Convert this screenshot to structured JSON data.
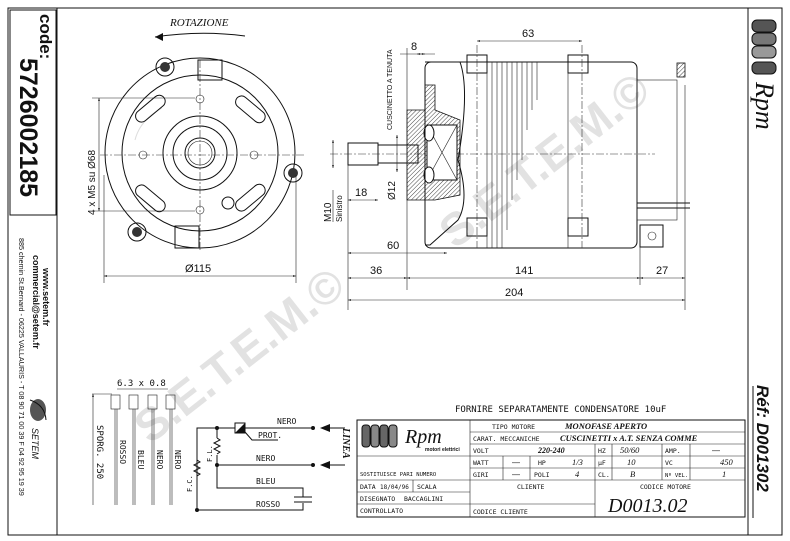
{
  "left_strip": {
    "code_label": "code:",
    "code_value": "5726002185",
    "website": "www.setem.fr",
    "email": "commercial@setem.fr",
    "address": "885 chemin St.Bernard  -  06225 VALLAURIS  -  T 08 90 71 00 39  F 04 92 95 19 39",
    "company_logo": "SETEM"
  },
  "right_strip": {
    "logo": "Rpm",
    "reference": "Réf: D001302"
  },
  "watermark": "S.E.T.E.M.©",
  "front_view": {
    "rotation_label": "ROTAZIONE",
    "holes_dim": "4 x M5 su Ø68",
    "diameter_dim": "Ø115"
  },
  "side_view": {
    "dim_63": "63",
    "dim_8": "8",
    "seal_label": "CUSCINETTO A TENUTA",
    "thread": "M10",
    "thread_dir": "Sinistro",
    "dim_18": "18",
    "shaft_dia": "Ø12",
    "dim_60": "60",
    "dim_36": "36",
    "dim_141": "141",
    "dim_27": "27",
    "dim_204": "204"
  },
  "wiring": {
    "terminal_size": "6.3 x 0.8",
    "lead_length": "SPORG. 250",
    "wires": [
      "ROSSO",
      "BLEU",
      "NERO",
      "NERO"
    ],
    "top_wire": "NERO",
    "prot": "PROT.",
    "mid_wire": "NERO",
    "bleu": "BLEU",
    "rosso": "ROSSO",
    "fl": "F.L.",
    "fc": "F.C.",
    "linea": "LINEA"
  },
  "title_block": {
    "note": "FORNIRE SEPARATAMENTE CONDENSATORE 10uF",
    "logo": "Rpm",
    "logo_sub": "motori elettrici",
    "tipo_label": "TIPO MOTORE",
    "tipo_value": "MONOFASE APERTO",
    "carat_label": "CARAT. MECCANICHE",
    "carat_value": "CUSCINETTI x A.T. SENZA COMME",
    "volt_label": "VOLT",
    "volt_value": "220-240",
    "hz_label": "HZ",
    "hz_value": "50/60",
    "amp_label": "AMP.",
    "amp_value": "—",
    "watt_label": "WATT",
    "watt_value": "—",
    "hp_label": "HP",
    "hp_value": "1/3",
    "uf_label": "μF",
    "uf_value": "10",
    "vc_label": "VC",
    "vc_value": "450",
    "sostituisce": "SOSTITUISCE PARI NUMERO",
    "giri_label": "GIRI",
    "giri_value": "—",
    "poli_label": "POLI",
    "poli_value": "4",
    "cl_label": "CL.",
    "cl_value": "B",
    "vel_label": "Nº VEL.",
    "vel_value": "1",
    "data_label": "DATA",
    "data_value": "18/04/96",
    "scala_label": "SCALA",
    "cliente_label": "CLIENTE",
    "codice_motore_label": "CODICE MOTORE",
    "disegnato_label": "DISEGNATO",
    "disegnato_value": "BACCAGLINI",
    "codice_motore_value": "D0013.02",
    "controllato_label": "CONTROLLATO",
    "codice_cliente_label": "CODICE CLIENTE"
  }
}
